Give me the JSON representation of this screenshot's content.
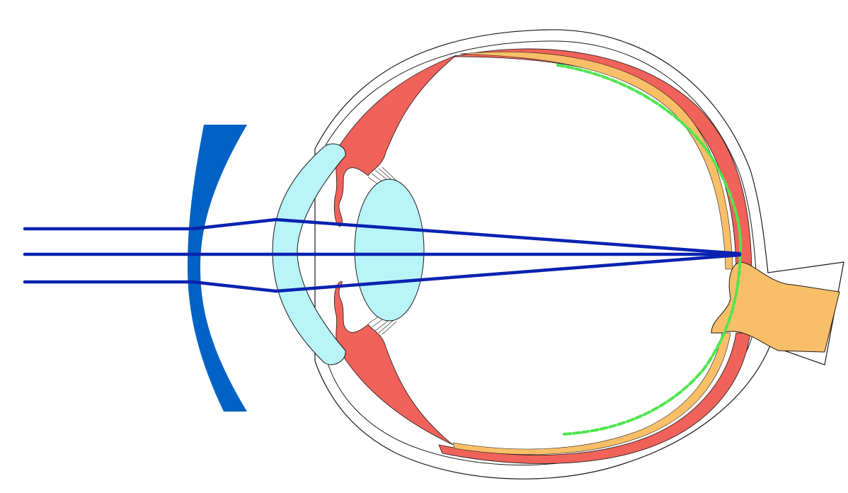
{
  "diagram": {
    "subject": "eye-with-corrective-concave-lens",
    "colors": {
      "background": "#ffffff",
      "outline": "#1a1a1a",
      "sclera": "#ffffff",
      "choroid": "#f0625a",
      "retina": "#f9bf68",
      "optic_nerve": "#f9bf68",
      "cornea": "#b8f4f8",
      "lens": "#b8f4f8",
      "corrective_lens": "#0062c4",
      "light_rays": "#0a22b0",
      "focal_surface": "#4ee64e"
    },
    "parts": [
      "sclera",
      "choroid",
      "retina",
      "cornea",
      "iris",
      "ciliary-body",
      "crystalline-lens",
      "optic-nerve",
      "corrective-lens",
      "light-ray",
      "focal-curve"
    ],
    "ray_count": 3
  }
}
